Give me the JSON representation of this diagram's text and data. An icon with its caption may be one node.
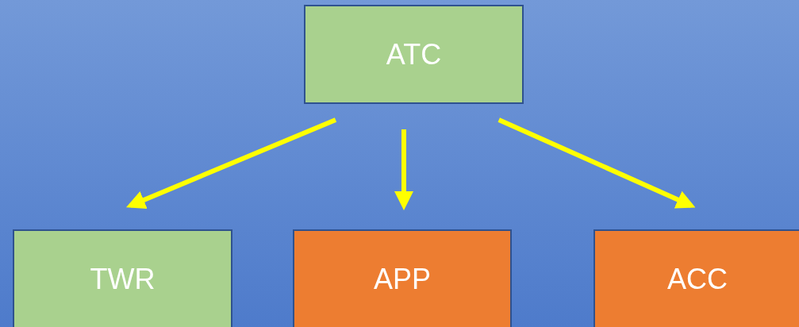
{
  "diagram": {
    "nodes": [
      {
        "text": [
          "ATC"
        ]
      },
      {
        "text": [
          "TWR"
        ]
      },
      {
        "text": [
          "APP"
        ]
      },
      {
        "text": [
          "ACC"
        ]
      }
    ],
    "edges": [
      {
        "from": 0,
        "to": 1,
        "arrow": "to"
      },
      {
        "from": 0,
        "to": 2,
        "arrow": "to"
      },
      {
        "from": 0,
        "to": 3,
        "arrow": "to"
      }
    ]
  }
}
